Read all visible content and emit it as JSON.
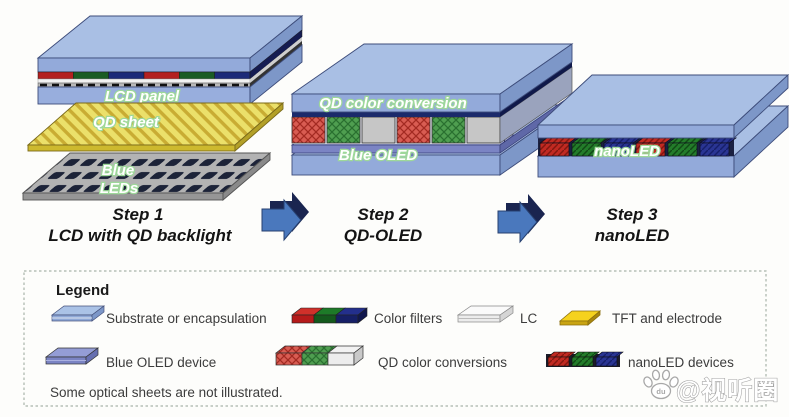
{
  "figure": {
    "description": "Display technology evolution diagram: LCD with QD backlight, QD-OLED, nanoLED"
  },
  "steps": [
    {
      "step_label": "Step 1",
      "step_name": "LCD with QD backlight",
      "layer_labels": {
        "panel": "LCD panel",
        "qd": "QD sheet",
        "led1": "Blue",
        "led2": "LEDs"
      }
    },
    {
      "step_label": "Step 2",
      "step_name": "QD-OLED",
      "layer_labels": {
        "qdcc": "QD color conversion",
        "oled": "Blue OLED"
      }
    },
    {
      "step_label": "Step 3",
      "step_name": "nanoLED",
      "layer_labels": {
        "nano": "nanoLED"
      }
    }
  ],
  "legend": {
    "title": "Legend",
    "items": [
      {
        "icon": "substrate-slab-icon",
        "label": "Substrate or encapsulation"
      },
      {
        "icon": "color-filters-icon",
        "label": "Color filters"
      },
      {
        "icon": "lc-slab-icon",
        "label": "LC"
      },
      {
        "icon": "tft-sheet-icon",
        "label": "TFT and electrode"
      },
      {
        "icon": "blue-oled-slab-icon",
        "label": "Blue OLED device"
      },
      {
        "icon": "qd-conversion-bar-icon",
        "label": "QD color conversions"
      },
      {
        "icon": "nanoled-bar-icon",
        "label": "nanoLED devices"
      }
    ],
    "note": "Some optical sheets are not illustrated."
  },
  "watermark": {
    "handle": "@视听圈",
    "logo": "baidu-paw-icon",
    "logo_text": "du"
  },
  "colors": {
    "substrate_top": "#a9bfe4",
    "substrate_front": "#93aada",
    "substrate_side": "#7d97c8",
    "blue_oled": "#7b84c4",
    "qd_sheet_yellow": "#ebe06a",
    "tft_yellow": "#f5d21e",
    "filter_red": "#b32020",
    "filter_green": "#1a5c24",
    "filter_blue": "#1c2a78",
    "led_plate_gray": "#b3b3b3",
    "arrow_blue": "#4a78bd",
    "arrow_shadow": "#1a2550"
  }
}
